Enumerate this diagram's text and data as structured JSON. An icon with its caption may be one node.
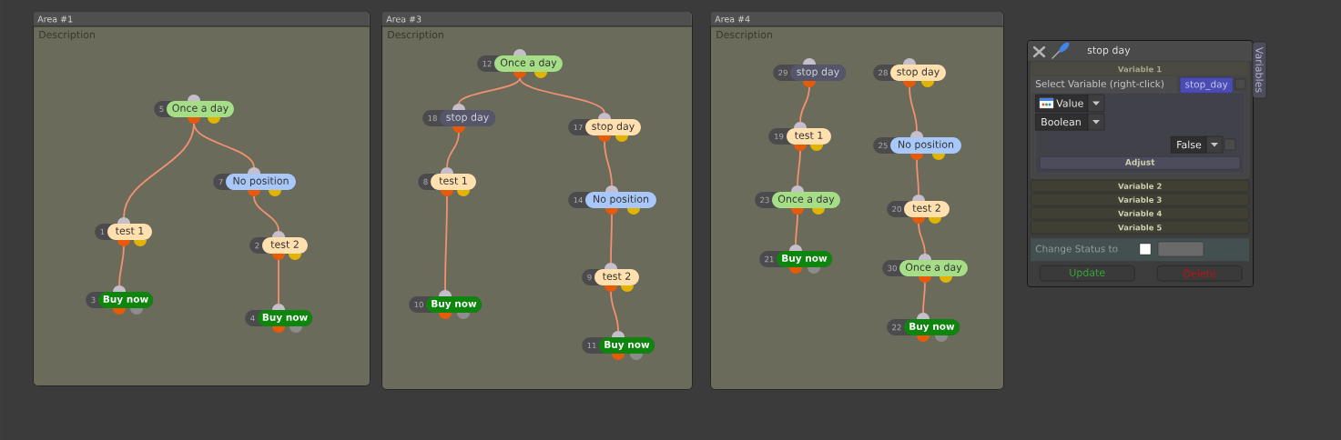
{
  "diagram": {
    "nodes": [
      {
        "text": [
          "Area #1",
          "Description"
        ]
      },
      {
        "text": [
          "5",
          "Once a day"
        ],
        "in": 0
      },
      {
        "text": [
          "7",
          "No position"
        ],
        "in": 0
      },
      {
        "text": [
          "1",
          "test 1"
        ],
        "in": 0
      },
      {
        "text": [
          "2",
          "test 2"
        ],
        "in": 0
      },
      {
        "text": [
          "3",
          "Buy now"
        ],
        "in": 0
      },
      {
        "text": [
          "4",
          "Buy now"
        ],
        "in": 0
      },
      {
        "text": [
          "Area #3",
          "Description"
        ]
      },
      {
        "text": [
          "12",
          "Once a day"
        ],
        "in": 7
      },
      {
        "text": [
          "18",
          "stop day"
        ],
        "in": 7
      },
      {
        "text": [
          "17",
          "stop day"
        ],
        "in": 7
      },
      {
        "text": [
          "8",
          "test 1"
        ],
        "in": 7
      },
      {
        "text": [
          "14",
          "No position"
        ],
        "in": 7
      },
      {
        "text": [
          "9",
          "test 2"
        ],
        "in": 7
      },
      {
        "text": [
          "10",
          "Buy now"
        ],
        "in": 7
      },
      {
        "text": [
          "11",
          "Buy now"
        ],
        "in": 7
      },
      {
        "text": [
          "Area #4",
          "Description"
        ]
      },
      {
        "text": [
          "29",
          "stop day"
        ],
        "in": 16
      },
      {
        "text": [
          "28",
          "stop day"
        ],
        "in": 16
      },
      {
        "text": [
          "19",
          "test 1"
        ],
        "in": 16
      },
      {
        "text": [
          "25",
          "No position"
        ],
        "in": 16
      },
      {
        "text": [
          "23",
          "Once a day"
        ],
        "in": 16
      },
      {
        "text": [
          "20",
          "test 2"
        ],
        "in": 16
      },
      {
        "text": [
          "21",
          "Buy now"
        ],
        "in": 16
      },
      {
        "text": [
          "30",
          "Once a day"
        ],
        "in": 16
      },
      {
        "text": [
          "22",
          "Buy now"
        ],
        "in": 16
      },
      {
        "text": [
          "stop day"
        ]
      },
      {
        "text": [
          "Variables"
        ]
      },
      {
        "text": [
          "Variable 1",
          "Select Variable (right-click)"
        ],
        "in": 26
      },
      {
        "text": [
          "stop_day"
        ],
        "in": 28
      },
      {
        "text": [
          "Value"
        ],
        "in": 28
      },
      {
        "text": [
          "Boolean"
        ],
        "in": 28
      },
      {
        "text": [
          "False"
        ],
        "in": 28
      },
      {
        "text": [
          "Adjust"
        ],
        "in": 28
      },
      {
        "text": [
          "Variable 2"
        ],
        "in": 26
      },
      {
        "text": [
          "Variable 3"
        ],
        "in": 26
      },
      {
        "text": [
          "Variable 4"
        ],
        "in": 26
      },
      {
        "text": [
          "Variable 5"
        ],
        "in": 26
      },
      {
        "text": [
          "Change Status to"
        ],
        "in": 26
      },
      {
        "text": [
          "Update"
        ],
        "in": 26
      },
      {
        "text": [
          "Delete"
        ],
        "in": 26
      }
    ],
    "edges": [
      {
        "from": 1,
        "to": 2,
        "arrow": "none"
      },
      {
        "from": 1,
        "to": 3,
        "arrow": "none"
      },
      {
        "from": 3,
        "to": 5,
        "arrow": "none"
      },
      {
        "from": 2,
        "to": 4,
        "arrow": "none"
      },
      {
        "from": 4,
        "to": 6,
        "arrow": "none"
      },
      {
        "from": 8,
        "to": 9,
        "arrow": "none"
      },
      {
        "from": 8,
        "to": 10,
        "arrow": "none"
      },
      {
        "from": 9,
        "to": 11,
        "arrow": "none"
      },
      {
        "from": 11,
        "to": 14,
        "arrow": "none"
      },
      {
        "from": 10,
        "to": 12,
        "arrow": "none"
      },
      {
        "from": 12,
        "to": 13,
        "arrow": "none"
      },
      {
        "from": 13,
        "to": 15,
        "arrow": "none"
      },
      {
        "from": 17,
        "to": 19,
        "arrow": "none"
      },
      {
        "from": 19,
        "to": 21,
        "arrow": "none"
      },
      {
        "from": 21,
        "to": 23,
        "arrow": "none"
      },
      {
        "from": 18,
        "to": 20,
        "arrow": "none"
      },
      {
        "from": 20,
        "to": 22,
        "arrow": "none"
      },
      {
        "from": 22,
        "to": 24,
        "arrow": "none"
      },
      {
        "from": 24,
        "to": 25,
        "arrow": "none"
      }
    ]
  }
}
